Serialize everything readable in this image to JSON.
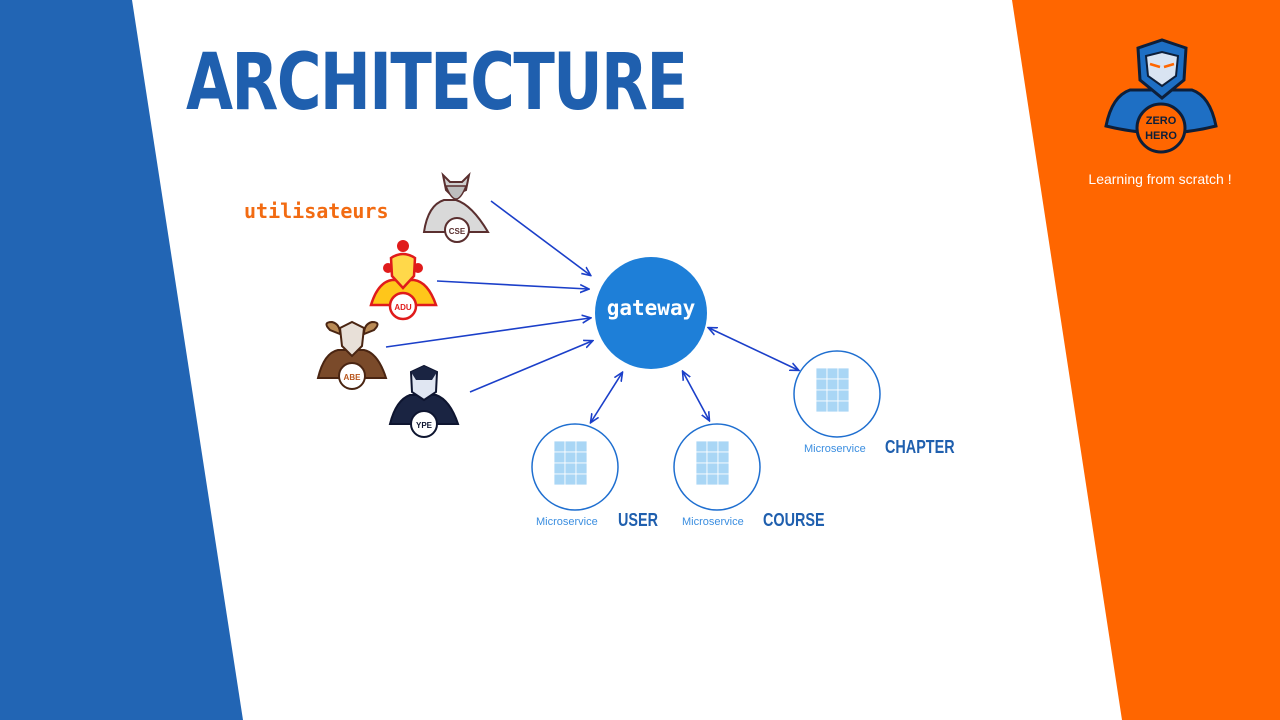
{
  "slide": {
    "title": "ARCHITECTURE",
    "users_label": "utilisateurs",
    "tagline": "Learning from scratch !",
    "logo": {
      "line1": "ZERO",
      "line2": "HERO"
    },
    "colors": {
      "blue": "#2265b4",
      "orange": "#ff6600",
      "title": "#1f5fae",
      "accent": "#f26b12",
      "gateway": "#1e7fd8",
      "cube": "#8ec6ee"
    }
  },
  "users": [
    {
      "badge": "CSE",
      "icon": "wolf-avatar-icon"
    },
    {
      "badge": "ADU",
      "icon": "hero-avatar-icon"
    },
    {
      "badge": "ABE",
      "icon": "ram-avatar-icon"
    },
    {
      "badge": "YPE",
      "icon": "caped-avatar-icon"
    }
  ],
  "gateway": {
    "label": "gateway"
  },
  "microservices": [
    {
      "prefix": "Microservice",
      "name": "USER",
      "icon": "cube-stack-icon"
    },
    {
      "prefix": "Microservice",
      "name": "COURSE",
      "icon": "cube-stack-icon"
    },
    {
      "prefix": "Microservice",
      "name": "CHAPTER",
      "icon": "cube-stack-icon"
    }
  ]
}
